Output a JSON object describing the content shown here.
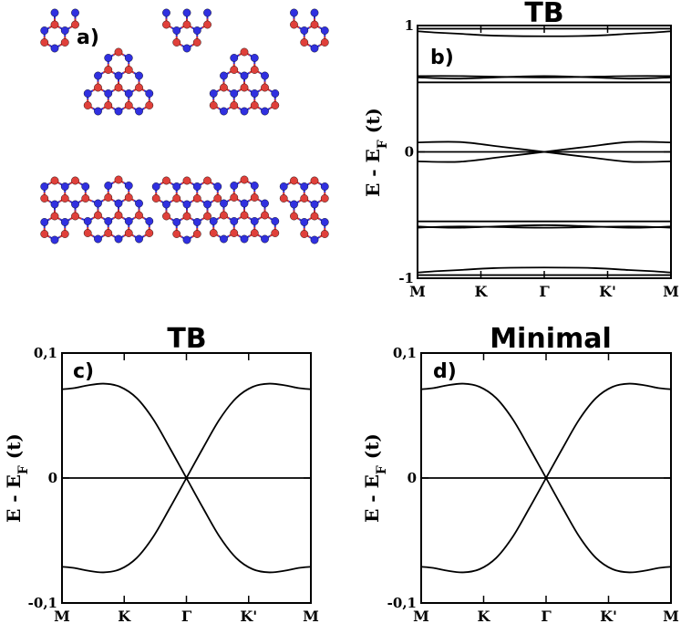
{
  "panel_a": {
    "letter": "a)",
    "colors": {
      "atom_red": "#e0403a",
      "atom_blue": "#3030e0",
      "bond_red": "#d03030",
      "bond_blue": "#3030d0"
    }
  },
  "chart_data": [
    {
      "id": "b",
      "type": "line",
      "letter": "b)",
      "title": "TB",
      "xlabel": "",
      "ylabel": "E - E",
      "ylabel_sub": "F",
      "ylabel_tail": " (t)",
      "x_ticks": [
        "M",
        "K",
        "Γ",
        "K'",
        "M"
      ],
      "y_ticks": [
        {
          "value": 1,
          "label": "1"
        },
        {
          "value": 0,
          "label": "0"
        },
        {
          "value": -1,
          "label": "-1"
        }
      ],
      "ylim": [
        -1,
        1
      ],
      "grid": false,
      "line_color": "#000000",
      "series": [
        {
          "x": [
            0,
            0.5,
            1.5,
            2.5,
            3.0
          ],
          "y": [
            0.975,
            0.975,
            0.975,
            0.975,
            0.975
          ]
        },
        {
          "x": [
            0,
            0.2,
            0.5,
            0.9,
            1.5,
            2.1,
            2.5,
            2.8,
            3.0
          ],
          "y": [
            0.955,
            0.945,
            0.935,
            0.92,
            0.915,
            0.92,
            0.935,
            0.945,
            0.955
          ]
        },
        {
          "x": [
            0,
            0.5,
            1.5,
            2.5,
            3.0
          ],
          "y": [
            0.59,
            0.58,
            0.6,
            0.58,
            0.59
          ]
        },
        {
          "x": [
            0,
            0.5,
            1.5,
            2.5,
            3.0
          ],
          "y": [
            0.6,
            0.6,
            0.59,
            0.6,
            0.6
          ]
        },
        {
          "x": [
            0,
            3.0
          ],
          "y": [
            0.55,
            0.55
          ]
        },
        {
          "x": [
            0,
            0.5,
            1.0,
            1.5,
            2.0,
            2.5,
            3.0
          ],
          "y": [
            0.075,
            0.078,
            0.04,
            0.0,
            -0.04,
            -0.078,
            -0.075
          ]
        },
        {
          "x": [
            0,
            0.5,
            1.0,
            1.5,
            2.0,
            2.5,
            3.0
          ],
          "y": [
            -0.075,
            -0.078,
            -0.04,
            0.0,
            0.04,
            0.078,
            0.075
          ]
        },
        {
          "x": [
            0,
            3.0
          ],
          "y": [
            0.0,
            0.0
          ]
        },
        {
          "x": [
            0,
            3.0
          ],
          "y": [
            -0.55,
            -0.55
          ]
        },
        {
          "x": [
            0,
            0.5,
            1.5,
            2.5,
            3.0
          ],
          "y": [
            -0.6,
            -0.59,
            -0.6,
            -0.59,
            -0.6
          ]
        },
        {
          "x": [
            0,
            0.5,
            1.5,
            2.5,
            3.0
          ],
          "y": [
            -0.59,
            -0.6,
            -0.58,
            -0.6,
            -0.59
          ]
        },
        {
          "x": [
            0,
            0.2,
            0.5,
            0.9,
            1.5,
            2.1,
            2.5,
            2.8,
            3.0
          ],
          "y": [
            -0.955,
            -0.945,
            -0.935,
            -0.92,
            -0.915,
            -0.92,
            -0.935,
            -0.945,
            -0.955
          ]
        },
        {
          "x": [
            0,
            0.5,
            1.5,
            2.5,
            3.0
          ],
          "y": [
            -0.975,
            -0.975,
            -0.975,
            -0.975,
            -0.975
          ]
        }
      ]
    },
    {
      "id": "c",
      "type": "line",
      "letter": "c)",
      "title": "TB",
      "xlabel": "",
      "ylabel": "E - E",
      "ylabel_sub": "F",
      "ylabel_tail": " (t)",
      "x_ticks": [
        "M",
        "K",
        "Γ",
        "K'",
        "M"
      ],
      "y_ticks": [
        {
          "value": 0.1,
          "label": "0,1"
        },
        {
          "value": 0,
          "label": "0"
        },
        {
          "value": -0.1,
          "label": "-0,1"
        }
      ],
      "ylim": [
        -0.1,
        0.1
      ],
      "grid": false,
      "line_color": "#000000",
      "series": [
        {
          "x": [
            0,
            0.15,
            0.3,
            0.5,
            0.7,
            0.9,
            1.1,
            1.3,
            1.5,
            1.7,
            1.9,
            2.1,
            2.3,
            2.5,
            2.7,
            2.85,
            3.0
          ],
          "y": [
            0.071,
            0.072,
            0.074,
            0.0755,
            0.073,
            0.064,
            0.047,
            0.024,
            0.0,
            -0.024,
            -0.047,
            -0.064,
            -0.073,
            -0.0755,
            -0.074,
            -0.072,
            -0.071
          ]
        },
        {
          "x": [
            0,
            0.15,
            0.3,
            0.5,
            0.7,
            0.9,
            1.1,
            1.3,
            1.5,
            1.7,
            1.9,
            2.1,
            2.3,
            2.5,
            2.7,
            2.85,
            3.0
          ],
          "y": [
            -0.071,
            -0.072,
            -0.074,
            -0.0755,
            -0.073,
            -0.064,
            -0.047,
            -0.024,
            0.0,
            0.024,
            0.047,
            0.064,
            0.073,
            0.0755,
            0.074,
            0.072,
            0.071
          ]
        },
        {
          "x": [
            0,
            3.0
          ],
          "y": [
            0,
            0
          ]
        }
      ]
    },
    {
      "id": "d",
      "type": "line",
      "letter": "d)",
      "title": "Minimal",
      "xlabel": "",
      "ylabel": "E - E",
      "ylabel_sub": "F",
      "ylabel_tail": " (t)",
      "x_ticks": [
        "M",
        "K",
        "Γ",
        "K'",
        "M"
      ],
      "y_ticks": [
        {
          "value": 0.1,
          "label": "0,1"
        },
        {
          "value": 0,
          "label": "0"
        },
        {
          "value": -0.1,
          "label": "-0,1"
        }
      ],
      "ylim": [
        -0.1,
        0.1
      ],
      "grid": false,
      "line_color": "#000000",
      "series": [
        {
          "x": [
            0,
            0.15,
            0.3,
            0.5,
            0.7,
            0.9,
            1.1,
            1.3,
            1.5,
            1.7,
            1.9,
            2.1,
            2.3,
            2.5,
            2.7,
            2.85,
            3.0
          ],
          "y": [
            0.071,
            0.072,
            0.074,
            0.0755,
            0.073,
            0.064,
            0.047,
            0.024,
            0.0,
            -0.024,
            -0.047,
            -0.064,
            -0.073,
            -0.0755,
            -0.074,
            -0.072,
            -0.071
          ]
        },
        {
          "x": [
            0,
            0.15,
            0.3,
            0.5,
            0.7,
            0.9,
            1.1,
            1.3,
            1.5,
            1.7,
            1.9,
            2.1,
            2.3,
            2.5,
            2.7,
            2.85,
            3.0
          ],
          "y": [
            -0.071,
            -0.072,
            -0.074,
            -0.0755,
            -0.073,
            -0.064,
            -0.047,
            -0.024,
            0.0,
            0.024,
            0.047,
            0.064,
            0.073,
            0.0755,
            0.074,
            0.072,
            0.071
          ]
        },
        {
          "x": [
            0,
            3.0
          ],
          "y": [
            0,
            0
          ]
        }
      ]
    }
  ]
}
